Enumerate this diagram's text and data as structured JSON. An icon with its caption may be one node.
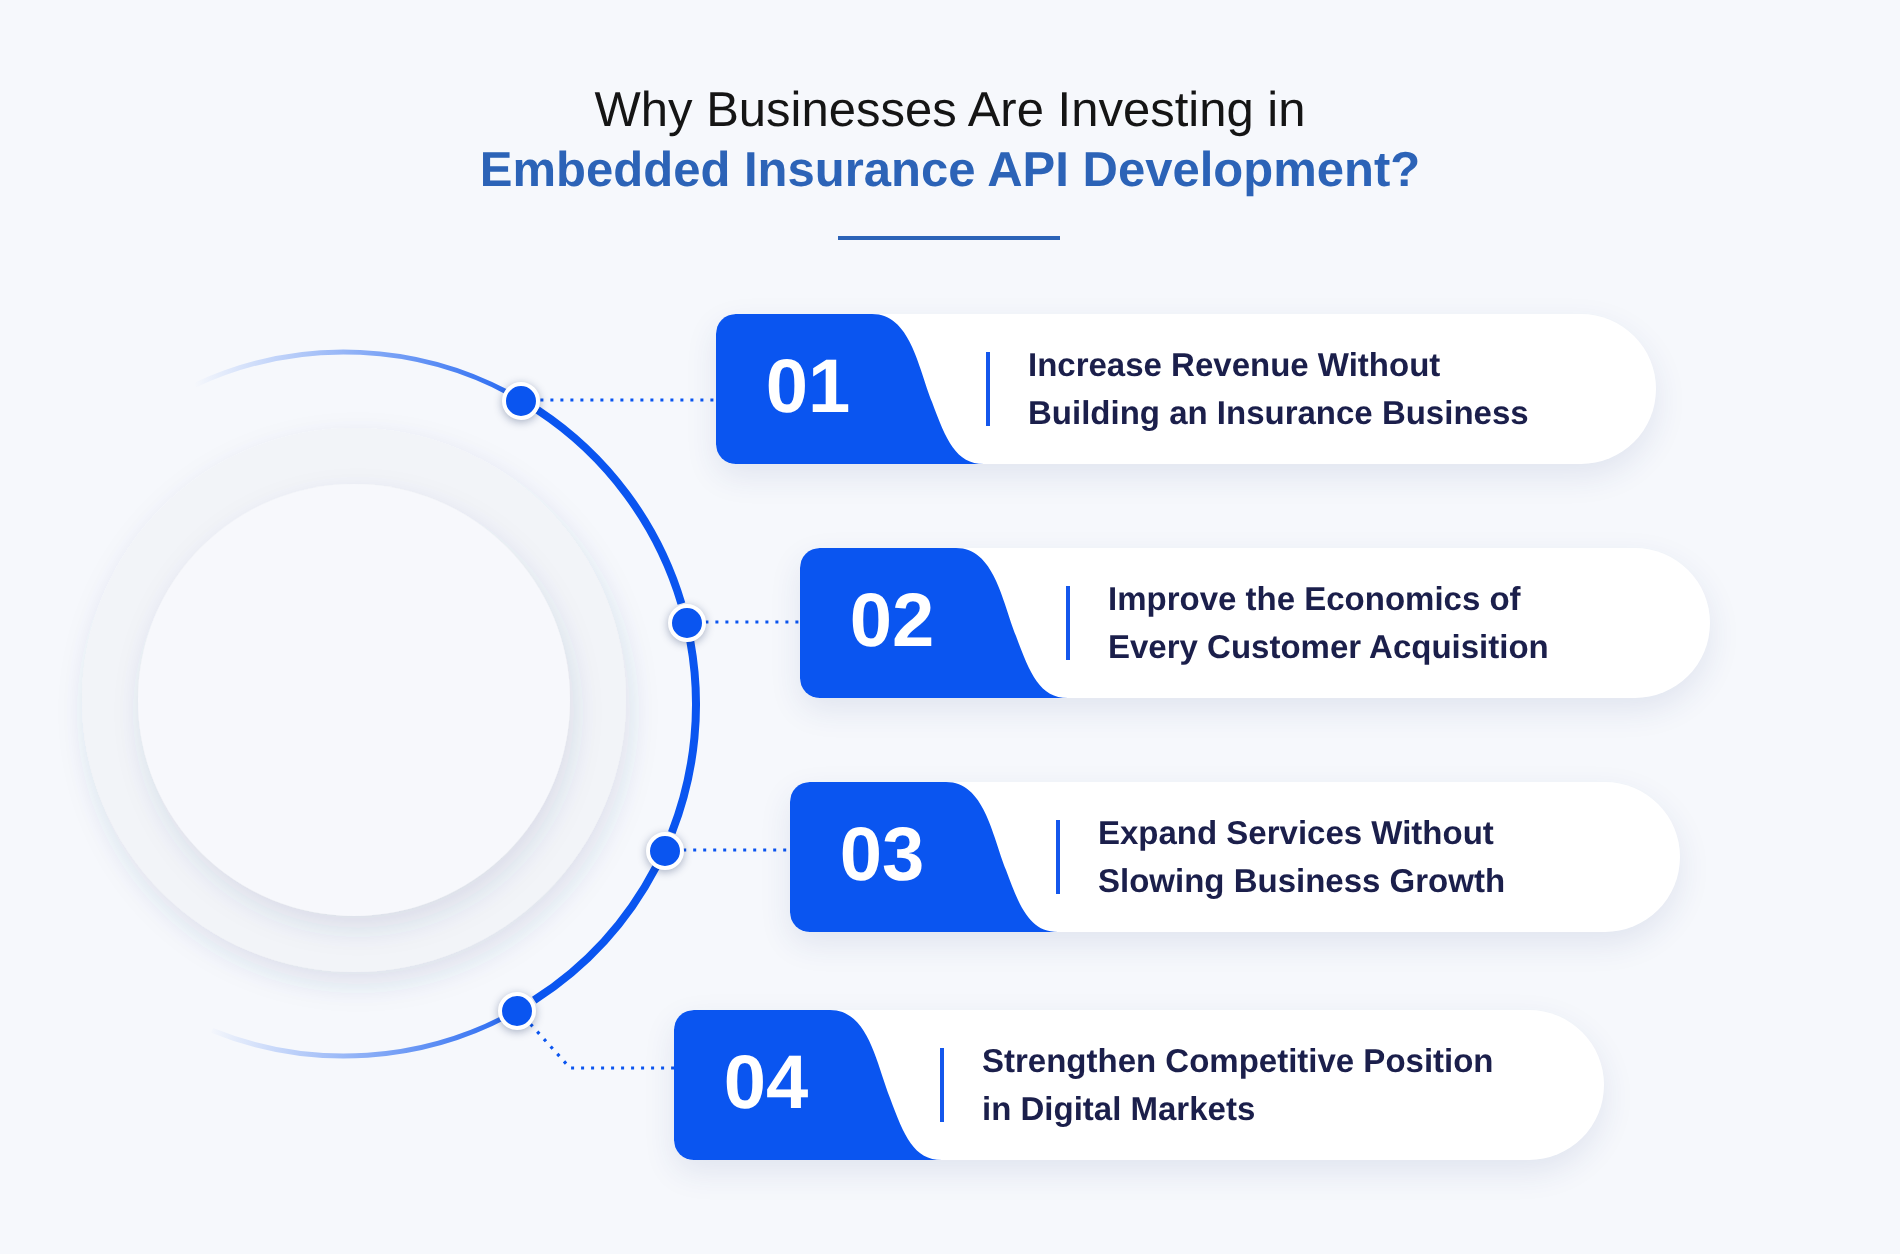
{
  "diagram": {
    "title": "Why Businesses Are Investing in **Embedded Insurance API Development?**",
    "nodes": [
      {
        "text": [
          "01",
          "Increase Revenue Without Building an Insurance Business"
        ]
      },
      {
        "text": [
          "02",
          "Improve the Economics of Every Customer Acquisition"
        ]
      },
      {
        "text": [
          "03",
          "Expand Services Without Slowing Business Growth"
        ]
      },
      {
        "text": [
          "04",
          "Strengthen Competitive Position in Digital Markets"
        ]
      },
      {
        "text": [],
        "shape": "circle"
      },
      {
        "text": [],
        "shape": "circle"
      },
      {
        "text": [],
        "shape": "circle"
      },
      {
        "text": [],
        "shape": "circle"
      }
    ],
    "edges": [
      {
        "from": 4,
        "to": 0,
        "arrow": "none",
        "style": "dashed"
      },
      {
        "from": 5,
        "to": 1,
        "arrow": "none",
        "style": "dashed"
      },
      {
        "from": 6,
        "to": 2,
        "arrow": "none",
        "style": "dashed"
      },
      {
        "from": 7,
        "to": 3,
        "arrow": "none",
        "style": "dashed"
      },
      {
        "from": 4,
        "to": 5,
        "arrow": "none",
        "style": "thick"
      },
      {
        "from": 5,
        "to": 6,
        "arrow": "none",
        "style": "thick"
      },
      {
        "from": 6,
        "to": 7,
        "arrow": "none",
        "style": "thick"
      }
    ]
  }
}
